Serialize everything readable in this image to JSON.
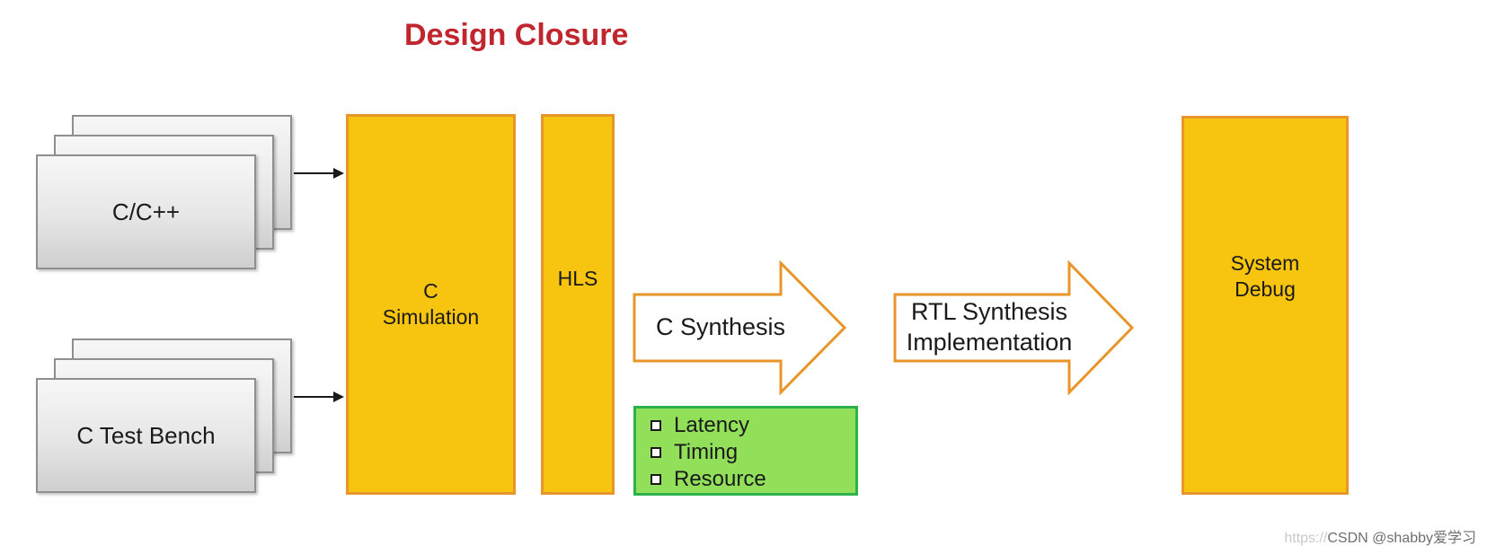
{
  "title": "Design Closure",
  "inputs": [
    {
      "label": "C/C++"
    },
    {
      "label": "C Test Bench"
    }
  ],
  "blocks": {
    "c_simulation": [
      "C",
      "Simulation"
    ],
    "hls": "HLS",
    "system_debug": [
      "System",
      "Debug"
    ]
  },
  "arrows": {
    "c_synthesis": "C Synthesis",
    "rtl": [
      "RTL Synthesis",
      "Implementation"
    ]
  },
  "metrics": [
    "Latency",
    "Timing",
    "Resource"
  ],
  "watermark": {
    "prefix": "https://",
    "text": "CSDN @shabby爱学习"
  },
  "colors": {
    "title": "#c0262d",
    "block_fill": "#f7c40f",
    "block_border": "#e8962a",
    "metrics_fill": "#92e05a",
    "metrics_border": "#2bb24a"
  }
}
